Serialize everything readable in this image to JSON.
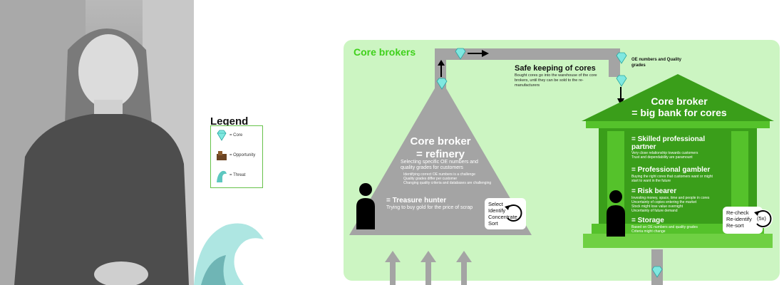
{
  "legend": {
    "title": "Legend",
    "items": [
      {
        "icon": "diamond-icon",
        "label": "= Core"
      },
      {
        "icon": "opportunity-icon",
        "label": "= Opportunity"
      },
      {
        "icon": "wave-icon",
        "label": "= Threat"
      }
    ]
  },
  "diagram": {
    "title": "Core brokers",
    "safe_keeping": {
      "title": "Safe keeping of cores",
      "text": "Bought cores go into the warehouse of the core brokers, until they can be sold to the re-manufacturers"
    },
    "oe_label": "OE numbers and Quality grades",
    "refinery": {
      "title_line1": "Core broker",
      "title_line2": "= refinery",
      "subtitle": "Selecting specific OE numbers and quality grades for customers",
      "bullets": [
        "Identifying correct OE numbers is a challenge",
        "Quality grades differ per customer",
        "Changing quality criteria and databases are challenging"
      ],
      "role_title": "= Treasure hunter",
      "role_text": "Trying to buy gold for the price of scrap",
      "cycle": [
        "Select",
        "Identify",
        "Concentrate",
        "Sort"
      ]
    },
    "bank": {
      "title_line1": "Core broker",
      "title_line2": "= big bank for cores",
      "sections": [
        {
          "title": "= Skilled professional partner",
          "bullets": [
            "Very close relationship towards customers",
            "Trust and dependability are paramount"
          ]
        },
        {
          "title": "= Professional gambler",
          "bullets": [
            "Buying the right cores that customers want or might start to want in the future"
          ]
        },
        {
          "title": "= Risk bearer",
          "bullets": [
            "Investing money, space, time and people in cores",
            "Uncertainty of copies entering the market",
            "Stock might lose value overnight",
            "Uncertainty of future demand"
          ]
        },
        {
          "title": "= Storage",
          "bullets": [
            "Based on OE numbers and quality grades",
            "Criteria might change"
          ]
        }
      ],
      "cycle": [
        "Re-check",
        "Re-identify",
        "Re-sort"
      ],
      "cycle_badge": "(5x)"
    }
  },
  "colors": {
    "panel_bg": "#ccf5c2",
    "title_green": "#3fd11b",
    "bank_dark": "#3a9e1a",
    "bank_light": "#55c22b",
    "refinery_grey": "#a4a4a4",
    "core_cyan": "#7fe8e0"
  }
}
